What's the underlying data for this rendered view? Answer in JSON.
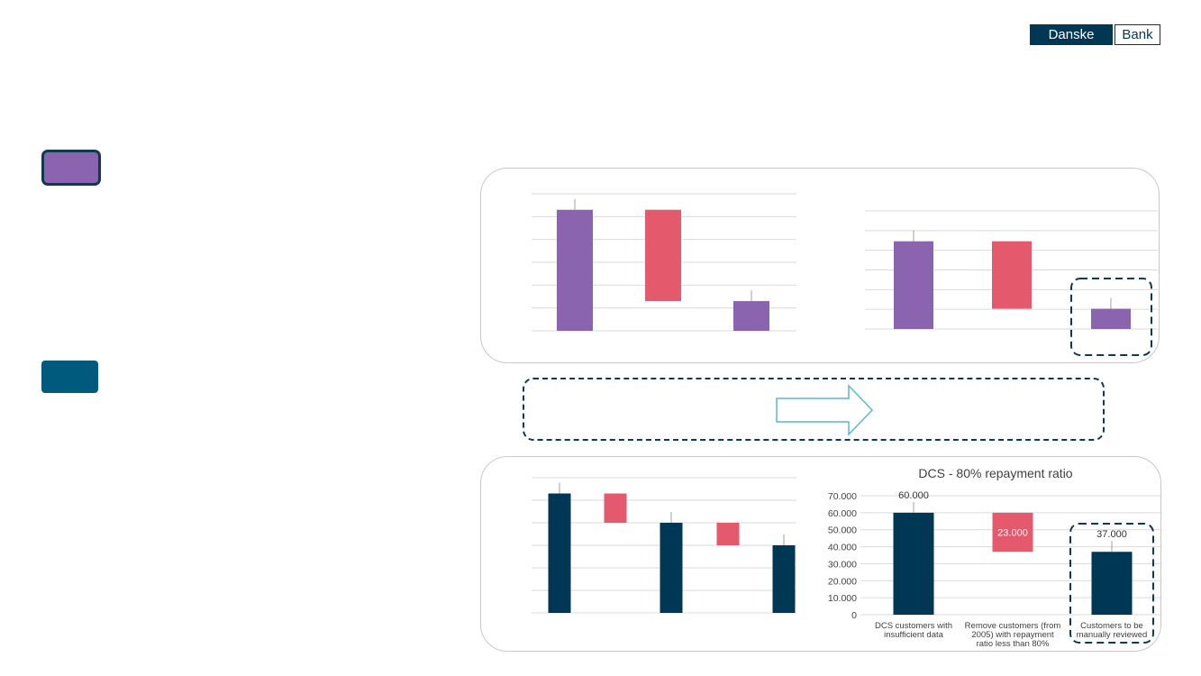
{
  "logo": {
    "part1": "Danske",
    "part2": "Bank"
  },
  "colors": {
    "purple": "#8a64ae",
    "red": "#e5596d",
    "navy": "#003755",
    "teal": "#005a7e",
    "arrow": "#5cb8c8"
  },
  "icons": {
    "transition": "right-arrow-outline-icon"
  },
  "chart_data": [
    {
      "type": "waterfall",
      "title": "",
      "categories": [
        "",
        "",
        ""
      ],
      "values": [
        5.3,
        -4.0,
        1.3
      ],
      "ylim": [
        0,
        6
      ],
      "grid": true,
      "show_labels": false
    },
    {
      "type": "waterfall",
      "title": "",
      "categories": [
        "",
        "",
        ""
      ],
      "values": [
        5.2,
        -4.0,
        1.2
      ],
      "ylim": [
        0,
        7
      ],
      "grid": true,
      "show_labels": false
    },
    {
      "type": "waterfall",
      "title": "",
      "categories": [
        "",
        "",
        "",
        "",
        ""
      ],
      "values": [
        5.3,
        -1.3,
        4.0,
        -1.0,
        3.0
      ],
      "ylim": [
        0,
        6
      ],
      "grid": true,
      "show_labels": false
    },
    {
      "type": "waterfall",
      "title": "DCS - 80% repayment ratio",
      "categories": [
        "DCS customers with insufficient data",
        "Remove customers (from 2005) with repayment ratio less than 80%",
        "Customers to be manually reviewed"
      ],
      "category_lines": [
        [
          "DCS customers with",
          "insufficient data"
        ],
        [
          "Remove customers (from",
          "2005) with repayment",
          "ratio less than 80%"
        ],
        [
          "Customers to be",
          "manually reviewed"
        ]
      ],
      "values": [
        60000,
        -23000,
        37000
      ],
      "data_labels": [
        "60.000",
        "23.000",
        "37.000"
      ],
      "ylim": [
        0,
        70000
      ],
      "yticks": [
        "0",
        "10.000",
        "20.000",
        "30.000",
        "40.000",
        "50.000",
        "60.000",
        "70.000"
      ],
      "grid": true,
      "show_labels": true
    }
  ]
}
